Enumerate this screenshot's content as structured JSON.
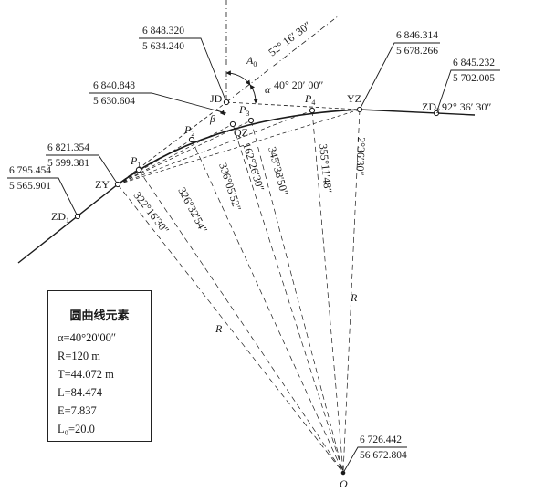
{
  "points": {
    "JD": {
      "name": "JD",
      "x": "6 848.320",
      "y": "5 634.240"
    },
    "P5": {
      "x": "6 840.848",
      "y": "5 630.604"
    },
    "ZY": {
      "name": "ZY",
      "x": "6 821.354",
      "y": "5 599.381"
    },
    "ZD1": {
      "x": "6 795.454",
      "y": "5 565.901"
    },
    "YZ": {
      "name": "YZ",
      "x": "6 846.314",
      "y": "5 678.266"
    },
    "ZD2": {
      "x": "6 845.232",
      "y": "5 702.005"
    },
    "O": {
      "name": "O",
      "x": "6 726.442",
      "y": "56 672.804"
    },
    "QZ": {
      "name": "QZ"
    },
    "P1": {
      "name": "P",
      "sub": "1"
    },
    "P2": {
      "name": "P",
      "sub": "2"
    },
    "P3": {
      "name": "P",
      "sub": "3"
    },
    "P4": {
      "name": "P",
      "sub": "4"
    },
    "ZD1_label": {
      "name": "ZD",
      "sub": "1"
    },
    "ZD2_label": {
      "name": "ZD",
      "sub": "2"
    }
  },
  "angles": {
    "a0_name": "A",
    "a0_sub": "0",
    "alpha": "α",
    "beta": "β",
    "az_top": "52° 16′ 30″",
    "deflection": "40° 20′ 00″",
    "az_right": "92° 36′ 30″",
    "rad1": "322°16′30″",
    "rad2": "326°32′54″",
    "rad3": "336°05′52″",
    "rad4": "162°26′30″",
    "rad5": "345°38′50″",
    "rad6": "355°11′48″",
    "rad7": "2°36′30″",
    "R_left": "R",
    "R_right": "R"
  },
  "elements_box": {
    "title": "圆曲线元素",
    "alpha": "α=40°20′00″",
    "R": "R=120 m",
    "T": "T=44.072 m",
    "L": "L=84.474",
    "E": "E=7.837",
    "L0": "L₀=20.0"
  },
  "colors": {
    "ink": "#1a1a1a"
  }
}
